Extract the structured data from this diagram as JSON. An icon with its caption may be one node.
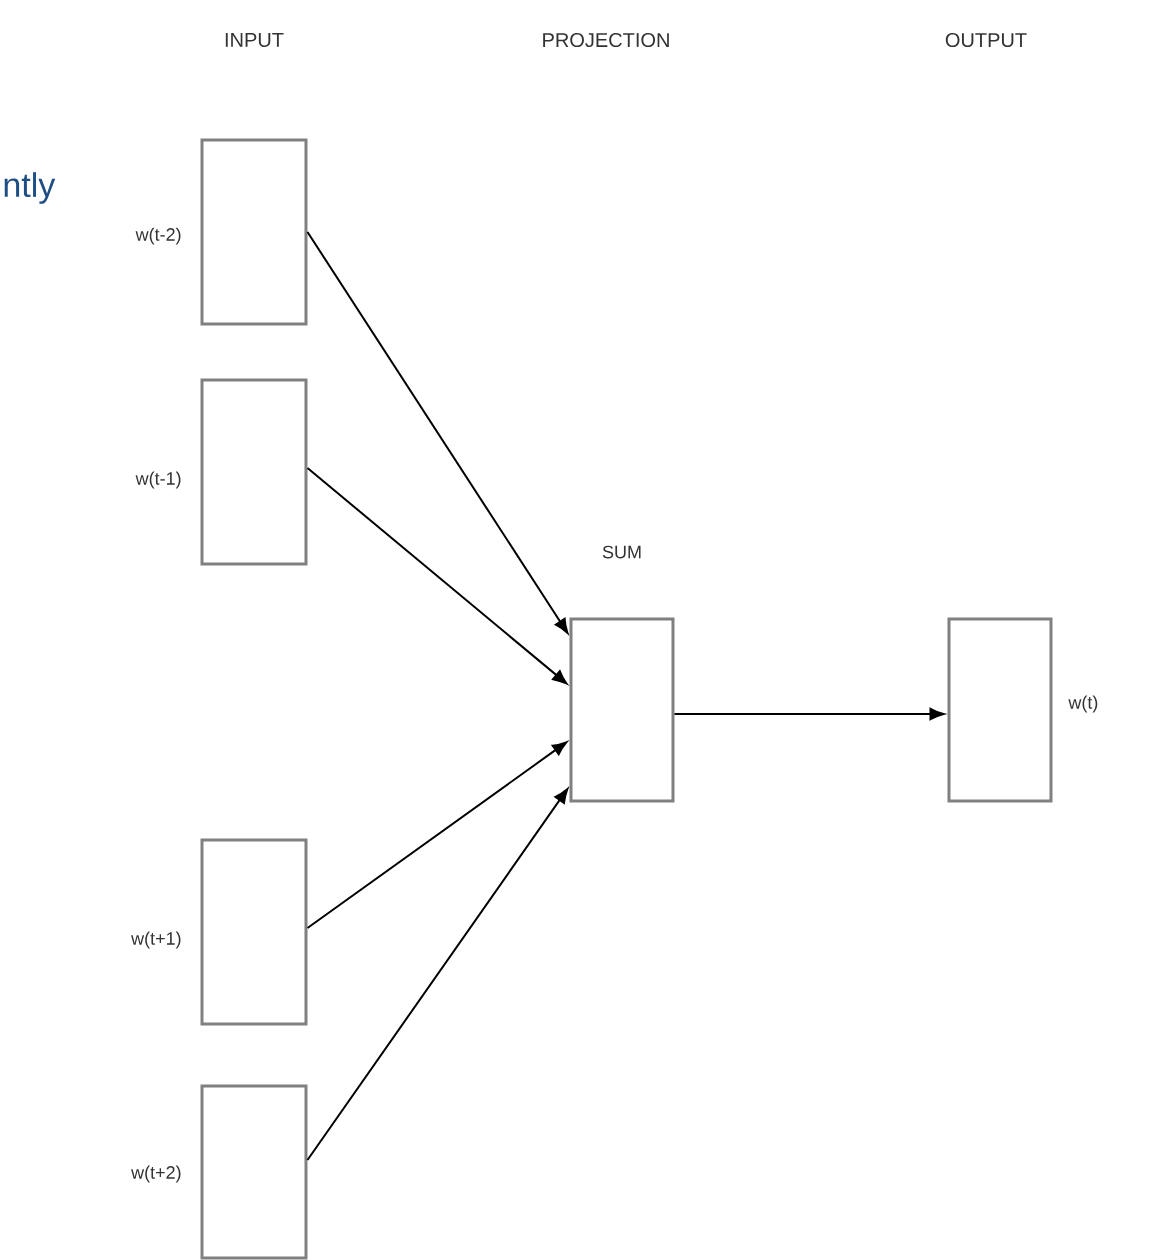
{
  "diagram": {
    "nodes": [
      {
        "text": [],
        "shape": "box",
        "beside": [
          "w(t-2)"
        ]
      },
      {
        "text": [],
        "shape": "box",
        "beside": [
          "w(t-1)"
        ]
      },
      {
        "text": [],
        "shape": "box",
        "beside": [
          "w(t+1)"
        ]
      },
      {
        "text": [],
        "shape": "box",
        "beside": [
          "w(t+2)"
        ]
      },
      {
        "text": [
          "SUM"
        ]
      },
      {
        "text": [],
        "shape": "box",
        "beside": [
          "w(t)"
        ]
      }
    ],
    "edges": [
      {
        "from": 0,
        "to": 4,
        "arrow": "to"
      },
      {
        "from": 1,
        "to": 4,
        "arrow": "to"
      },
      {
        "from": 2,
        "to": 4,
        "arrow": "to"
      },
      {
        "from": 3,
        "to": 4,
        "arrow": "to"
      },
      {
        "from": 4,
        "to": 5,
        "arrow": "to"
      }
    ],
    "labels": [
      "INPUT",
      "PROJECTION",
      "OUTPUT",
      "ntly"
    ]
  }
}
